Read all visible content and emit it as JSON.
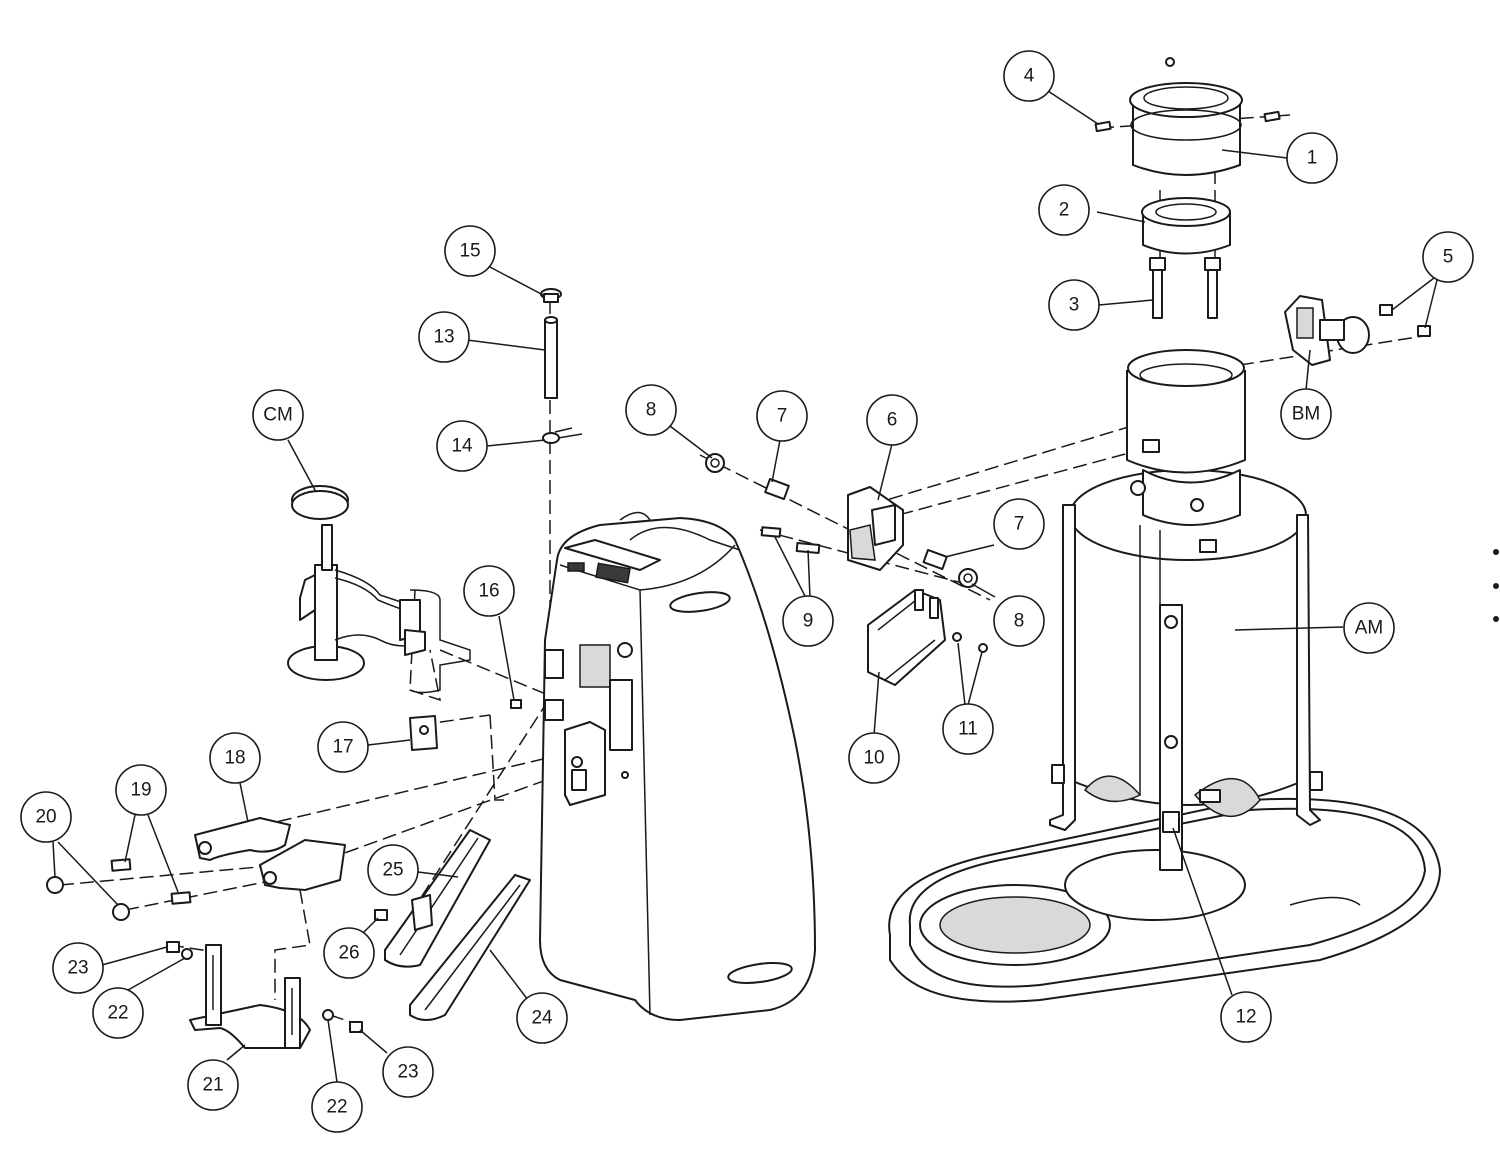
{
  "callouts": [
    {
      "id": "c1",
      "label": "1"
    },
    {
      "id": "c2",
      "label": "2"
    },
    {
      "id": "c3",
      "label": "3"
    },
    {
      "id": "c4",
      "label": "4"
    },
    {
      "id": "c5",
      "label": "5"
    },
    {
      "id": "cBM",
      "label": "BM"
    },
    {
      "id": "c6",
      "label": "6"
    },
    {
      "id": "c7a",
      "label": "7"
    },
    {
      "id": "c7b",
      "label": "7"
    },
    {
      "id": "c8a",
      "label": "8"
    },
    {
      "id": "c8b",
      "label": "8"
    },
    {
      "id": "c9",
      "label": "9"
    },
    {
      "id": "c10",
      "label": "10"
    },
    {
      "id": "c11",
      "label": "11"
    },
    {
      "id": "cAM",
      "label": "AM"
    },
    {
      "id": "c12",
      "label": "12"
    },
    {
      "id": "c13",
      "label": "13"
    },
    {
      "id": "c14",
      "label": "14"
    },
    {
      "id": "c15",
      "label": "15"
    },
    {
      "id": "c16",
      "label": "16"
    },
    {
      "id": "c17",
      "label": "17"
    },
    {
      "id": "cCM",
      "label": "CM"
    },
    {
      "id": "c18",
      "label": "18"
    },
    {
      "id": "c19",
      "label": "19"
    },
    {
      "id": "c20",
      "label": "20"
    },
    {
      "id": "c21",
      "label": "21"
    },
    {
      "id": "c22a",
      "label": "22"
    },
    {
      "id": "c22b",
      "label": "22"
    },
    {
      "id": "c23a",
      "label": "23"
    },
    {
      "id": "c23b",
      "label": "23"
    },
    {
      "id": "c24",
      "label": "24"
    },
    {
      "id": "c25",
      "label": "25"
    },
    {
      "id": "c26",
      "label": "26"
    }
  ]
}
